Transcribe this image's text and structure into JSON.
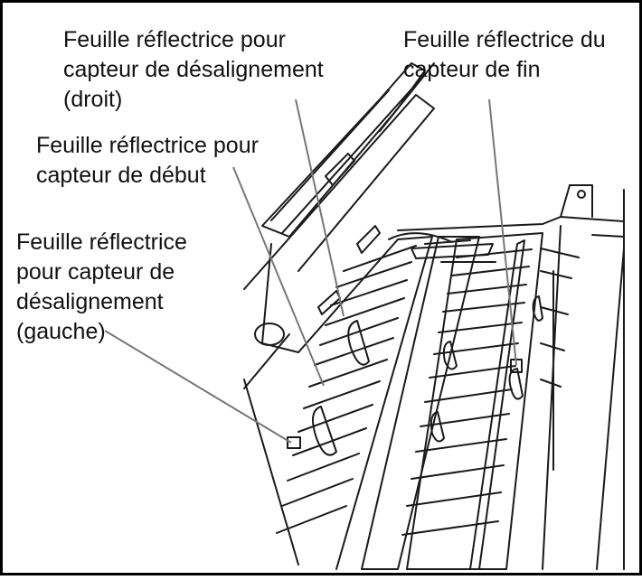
{
  "labels": {
    "skew_right": [
      "Feuille réflectrice pour",
      "capteur de désalignement",
      "(droit)"
    ],
    "end_sensor": [
      "Feuille réflectrice du",
      "capteur de fin"
    ],
    "start_sensor": [
      "Feuille réflectrice pour",
      "capteur de début"
    ],
    "skew_left": [
      "Feuille réflectrice",
      "pour capteur de",
      "désalignement",
      "(gauche)"
    ]
  },
  "colors": {
    "line": "#1a1a1a",
    "leader": "#777777",
    "frame": "#000000",
    "background": "#ffffff"
  }
}
